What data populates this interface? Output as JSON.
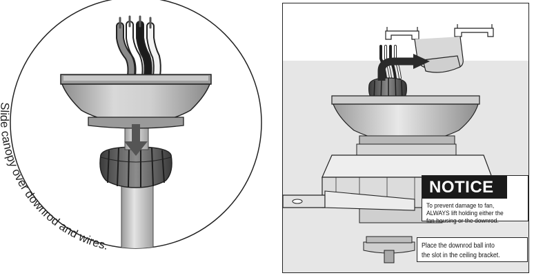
{
  "left_caption": "Slide canopy over downrod and wires.",
  "notice": {
    "heading": "NOTICE",
    "lines": [
      "To prevent damage to fan,",
      "ALWAYS lift holding either the",
      "fan housing or the downrod."
    ]
  },
  "instruction": {
    "lines": [
      "Place the downrod ball into",
      "the slot in the ceiling bracket."
    ]
  },
  "colors": {
    "outline": "#222222",
    "metal_light": "#d9d9d9",
    "metal_mid": "#b5b5b5",
    "metal_dark": "#7a7a7a",
    "backdrop": "#e6e6e6",
    "notice_bg": "#1a1a1a"
  },
  "icons": [
    "down-arrow-icon",
    "curved-arrow-icon"
  ]
}
